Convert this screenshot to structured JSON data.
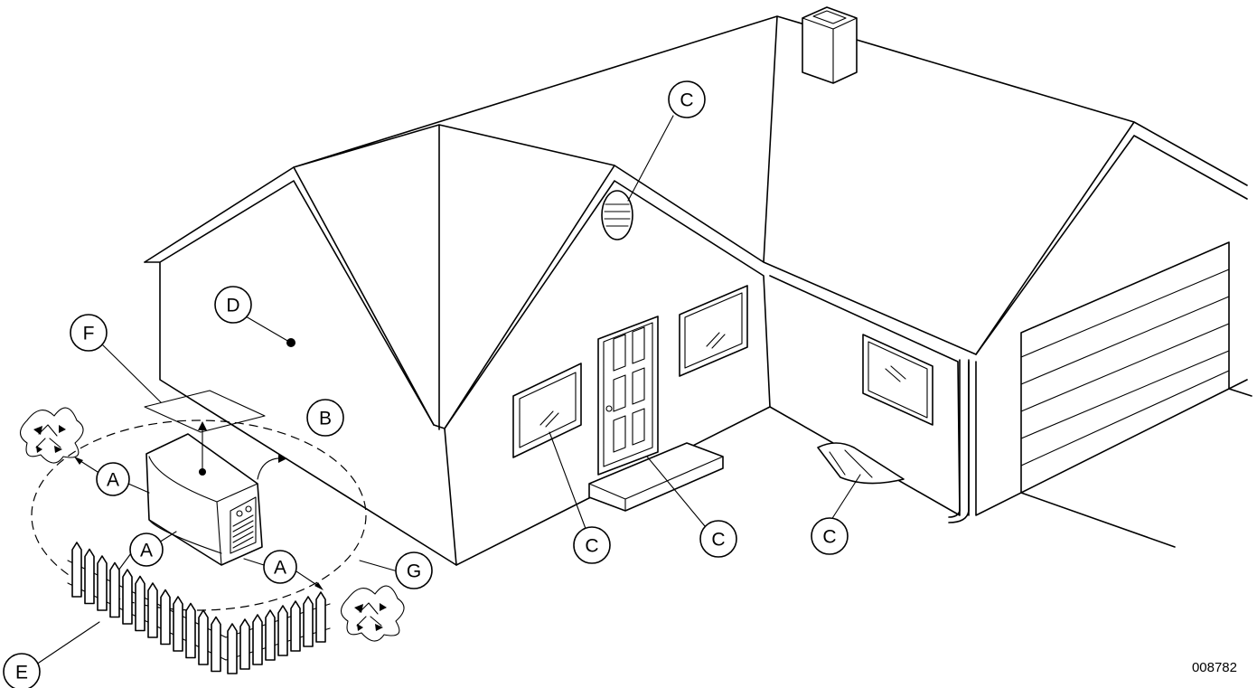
{
  "callouts": {
    "a1": "A",
    "a2": "A",
    "a3": "A",
    "b": "B",
    "c1": "C",
    "c2": "C",
    "c3": "C",
    "c4": "C",
    "d": "D",
    "e": "E",
    "f": "F",
    "g": "G"
  },
  "figure_id": "008782"
}
